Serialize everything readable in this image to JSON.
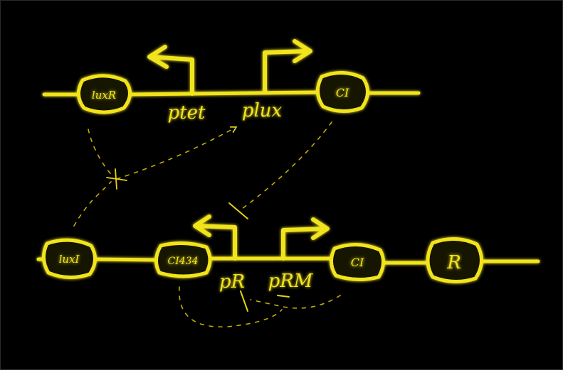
{
  "colors": {
    "background": "#000000",
    "ink": "#f2e41e",
    "glow": "#d8c200",
    "gene_fill": "#141200"
  },
  "top_construct": {
    "gene_left": "luxR",
    "gene_right": "CI",
    "promoter_left": "ptet",
    "promoter_right": "plux"
  },
  "bottom_construct": {
    "gene_left": "luxI",
    "gene_middle": "CI434",
    "gene_right": "CI",
    "gene_reporter": "R",
    "promoter_left": "pR",
    "promoter_right": "pRM"
  },
  "interactions": [
    {
      "from": "luxR",
      "to": "plux",
      "type": "activation"
    },
    {
      "from": "luxI",
      "to": "plux",
      "type": "activation"
    },
    {
      "from": "CI (top)",
      "to": "pR",
      "type": "repression"
    },
    {
      "from": "CI434",
      "to": "pRM",
      "type": "repression"
    },
    {
      "from": "CI (bottom)",
      "to": "pR",
      "type": "repression"
    }
  ]
}
